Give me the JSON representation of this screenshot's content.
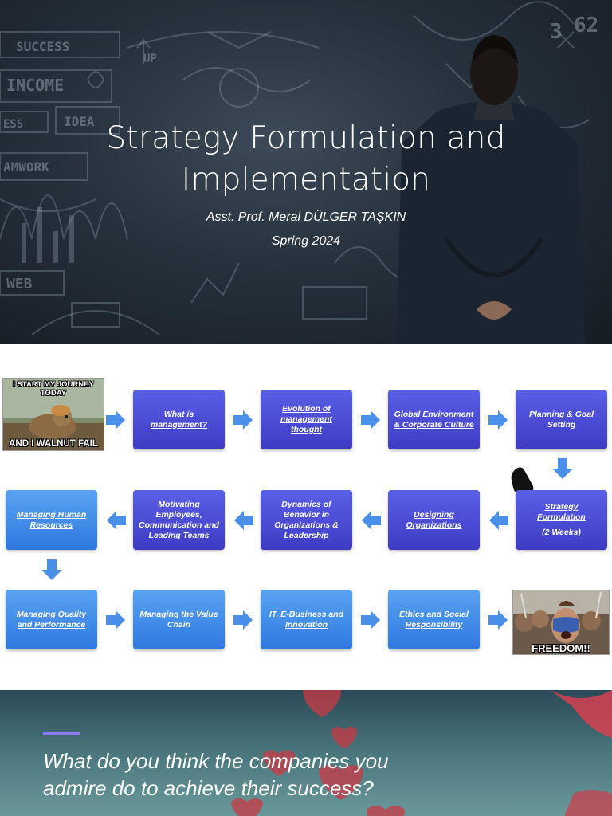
{
  "slide1": {
    "title": "Strategy Formulation and Implementation",
    "presenter": "Asst. Prof. Meral DÜLGER TAŞKIN",
    "term": "Spring 2024",
    "board_words": [
      "SUCCESS",
      "INCOME",
      "ESS",
      "IDEA",
      "AMWORK",
      "UP",
      "WEB",
      "3",
      "62"
    ]
  },
  "slide2": {
    "meme_left": {
      "top_text": "I START MY JOURNEY TODAY",
      "bottom_text": "AND I WALNUT FAIL"
    },
    "meme_right": {
      "text": "FREEDOM!!"
    },
    "row1": [
      {
        "label": "What is management?",
        "color": "purple"
      },
      {
        "label": "Evolution of management thought",
        "color": "purple"
      },
      {
        "label": "Global Environment & Corporate Culture",
        "color": "purple"
      },
      {
        "label": "Planning & Goal Setting",
        "color": "purple"
      }
    ],
    "row2": [
      {
        "label": "Managing Human Resources",
        "color": "blue"
      },
      {
        "label": "Motivating Employees, Communication and Leading Teams",
        "color": "purple"
      },
      {
        "label": "Dynamics of Behavior in Organizations & Leadership",
        "color": "purple"
      },
      {
        "label": "Designing Organizations",
        "color": "purple"
      },
      {
        "label": "Strategy Formulation",
        "sub": "(2 Weeks)",
        "color": "purple"
      }
    ],
    "row3": [
      {
        "label": "Managing Quality and Performance",
        "color": "blue"
      },
      {
        "label": "Managing the Value Chain",
        "color": "blue"
      },
      {
        "label": "IT, E-Business and Innovation",
        "color": "blue"
      },
      {
        "label": "Ethics and Social Responsibility",
        "color": "blue"
      }
    ]
  },
  "slide3": {
    "question": "What do you think the companies you admire do to achieve their success?"
  },
  "colors": {
    "purple_box": "#4a4ad4",
    "blue_box": "#3f8be8",
    "arrow": "#4a8fe8",
    "accent": "#8a7cf0"
  }
}
